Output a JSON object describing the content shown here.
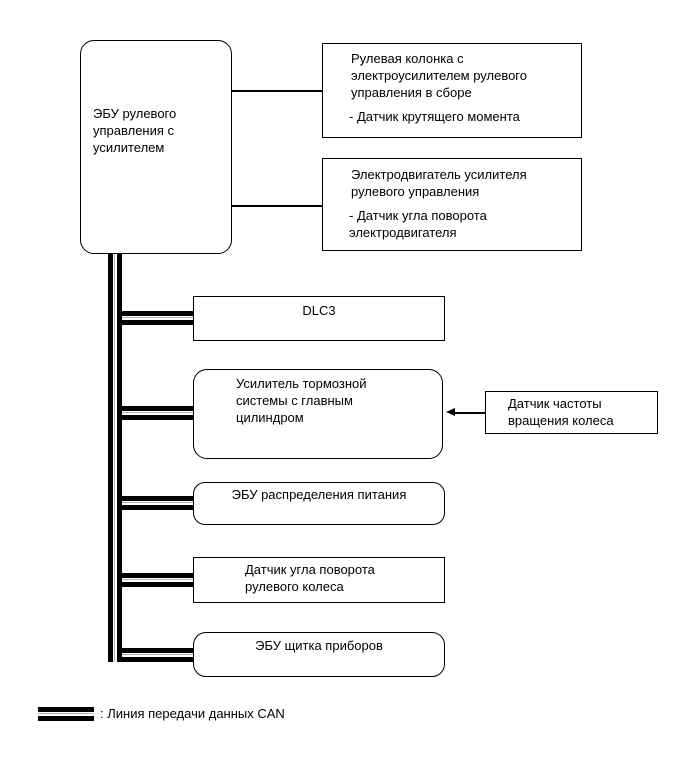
{
  "diagram": {
    "title_hint": "CAN network diagram of electric power steering system",
    "main_box": {
      "label": "ЭБУ рулевого\nуправления с\nусилителем"
    },
    "right_boxes": [
      {
        "title": "Рулевая колонка с\nэлектроусилителем рулевого\nуправления в сборе",
        "item": "- Датчик крутящего момента"
      },
      {
        "title": "Электродвигатель усилителя\nрулевого управления",
        "item": "- Датчик угла поворота\nэлектродвигателя"
      }
    ],
    "bus_nodes": [
      {
        "label": "DLC3"
      },
      {
        "label": "Усилитель тормозной\nсистемы с главным\nцилиндром"
      },
      {
        "label": "ЭБУ распределения питания"
      },
      {
        "label": "Датчик угла поворота\nрулевого колеса"
      },
      {
        "label": "ЭБУ щитка приборов"
      }
    ],
    "sensor_box": {
      "label": "Датчик частоты\nвращения колеса"
    },
    "legend": {
      "label": ": Линия передачи данных CAN"
    },
    "colors": {
      "line": "#000000",
      "background": "#ffffff"
    }
  }
}
